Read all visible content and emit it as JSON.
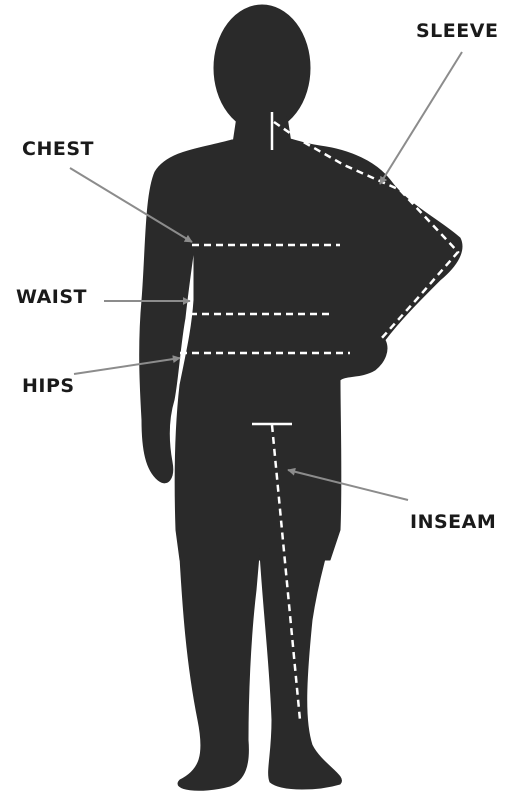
{
  "colors": {
    "silhouette": "#2a2a2a",
    "arrow": "#8c8c8c",
    "measure_line": "#ffffff",
    "label_text": "#1a1a1a",
    "background": "#ffffff"
  },
  "labels": {
    "sleeve": "SLEEVE",
    "chest": "CHEST",
    "waist": "WAIST",
    "hips": "HIPS",
    "inseam": "INSEAM"
  }
}
